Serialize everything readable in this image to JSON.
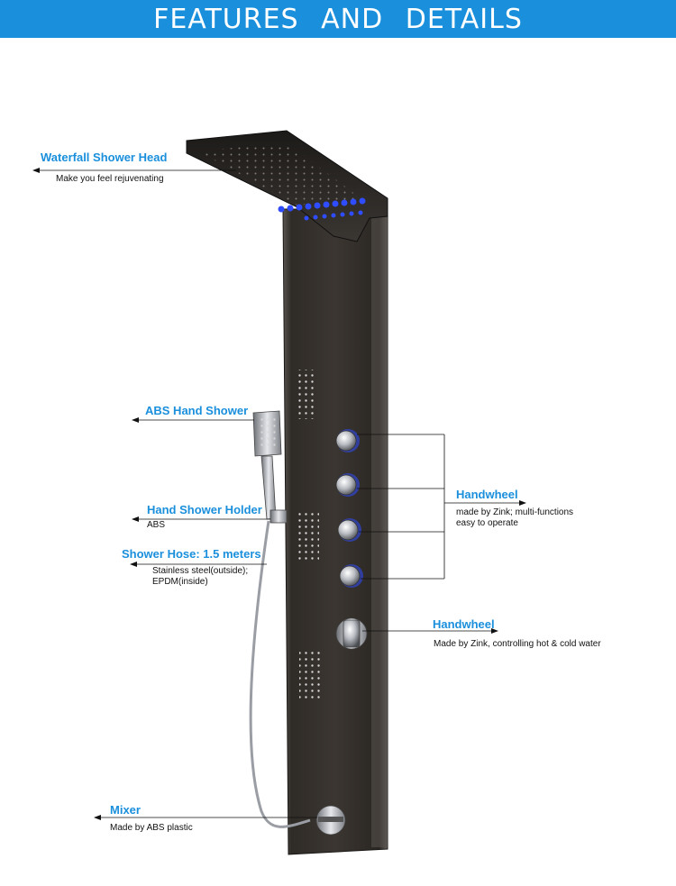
{
  "header": {
    "title": "FEATURES   AND   DETAILS"
  },
  "callouts": {
    "waterfall": {
      "title": "Waterfall Shower Head",
      "desc": "Make you feel rejuvenating"
    },
    "hand_shower": {
      "title": "ABS Hand Shower"
    },
    "holder": {
      "title": "Hand Shower Holder",
      "desc": "ABS"
    },
    "hose": {
      "title": "Shower Hose: 1.5 meters",
      "desc1": "Stainless steel(outside);",
      "desc2": "EPDM(inside)"
    },
    "handwheel1": {
      "title": "Handwheel",
      "desc1": "made by Zink;  multi-functions",
      "desc2": "easy to operate"
    },
    "handwheel2": {
      "title": "Handwheel",
      "desc": "Made by Zink, controlling hot & cold water"
    },
    "mixer": {
      "title": "Mixer",
      "desc": "Made by ABS plastic"
    }
  },
  "colors": {
    "accent": "#1a8fdc",
    "panel": "#2a2622",
    "led": "#2f4dff"
  }
}
